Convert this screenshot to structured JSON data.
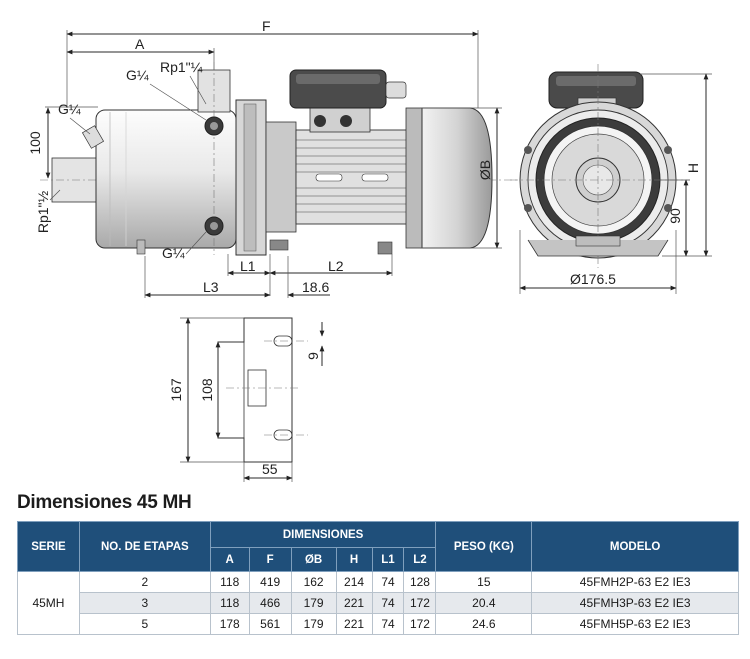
{
  "drawing": {
    "labels": {
      "F": "F",
      "A": "A",
      "G_top": "G¼",
      "Rp_top": "Rp1\"¼",
      "G_left": "G¼",
      "h100": "100",
      "Rp_left": "Rp1\"½",
      "G_bottom": "G¼",
      "L1": "L1",
      "L2": "L2",
      "L3": "L3",
      "d186": "18.6",
      "phiB": "ØB",
      "H": "H",
      "h90": "90",
      "d176": "Ø176.5",
      "h167": "167",
      "h108": "108",
      "h9": "9",
      "w55": "55"
    }
  },
  "table": {
    "title": "Dimensiones 45 MH",
    "headers": {
      "serie": "SERIE",
      "etapas": "NO. DE ETAPAS",
      "dimensiones": "DIMENSIONES",
      "peso": "PESO (KG)",
      "modelo": "MODELO",
      "sub": [
        "A",
        "F",
        "ØB",
        "H",
        "L1",
        "L2"
      ]
    },
    "serie": "45MH",
    "rows": [
      {
        "etapas": "2",
        "dims": [
          "118",
          "419",
          "162",
          "214",
          "74",
          "128"
        ],
        "peso": "15",
        "modelo": "45FMH2P-63 E2 IE3"
      },
      {
        "etapas": "3",
        "dims": [
          "118",
          "466",
          "179",
          "221",
          "74",
          "172"
        ],
        "peso": "20.4",
        "modelo": "45FMH3P-63 E2 IE3"
      },
      {
        "etapas": "5",
        "dims": [
          "178",
          "561",
          "179",
          "221",
          "74",
          "172"
        ],
        "peso": "24.6",
        "modelo": "45FMH5P-63 E2 IE3"
      }
    ]
  }
}
